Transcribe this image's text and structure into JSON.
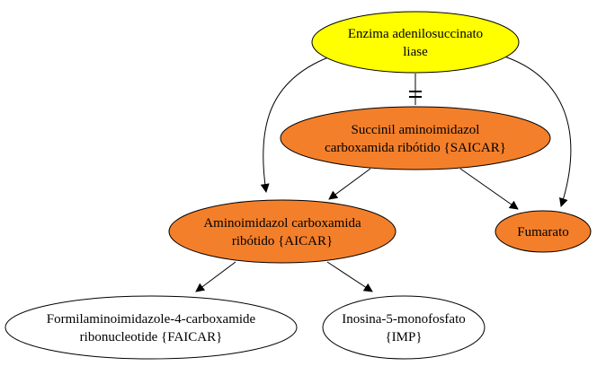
{
  "diagram": {
    "nodes": [
      {
        "id": "enzyme",
        "lines": [
          "Enzima adenilosuccinato",
          "liase"
        ],
        "fill": "#ffff00"
      },
      {
        "id": "saicar",
        "lines": [
          "Succinil aminoimidazol",
          "carboxamida ribótido {SAICAR}"
        ],
        "fill": "#f47f2a"
      },
      {
        "id": "aicar",
        "lines": [
          "Aminoimidazol carboxamida",
          "ribótido {AICAR}"
        ],
        "fill": "#f47f2a"
      },
      {
        "id": "fumarato",
        "lines": [
          "Fumarato"
        ],
        "fill": "#f47f2a"
      },
      {
        "id": "faicar",
        "lines": [
          "Formilaminoimidazole-4-carboxamide",
          "ribonucleotide {FAICAR}"
        ],
        "fill": "#ffffff"
      },
      {
        "id": "imp",
        "lines": [
          "Inosina-5-monofosfato",
          "{IMP}"
        ],
        "fill": "#ffffff"
      }
    ],
    "edges": [
      {
        "from": "enzyme",
        "to": "saicar",
        "type": "inhibit"
      },
      {
        "from": "enzyme",
        "to": "aicar",
        "type": "arrow"
      },
      {
        "from": "enzyme",
        "to": "fumarato",
        "type": "arrow"
      },
      {
        "from": "saicar",
        "to": "aicar",
        "type": "arrow"
      },
      {
        "from": "saicar",
        "to": "fumarato",
        "type": "arrow"
      },
      {
        "from": "aicar",
        "to": "faicar",
        "type": "arrow"
      },
      {
        "from": "aicar",
        "to": "imp",
        "type": "arrow"
      }
    ]
  }
}
